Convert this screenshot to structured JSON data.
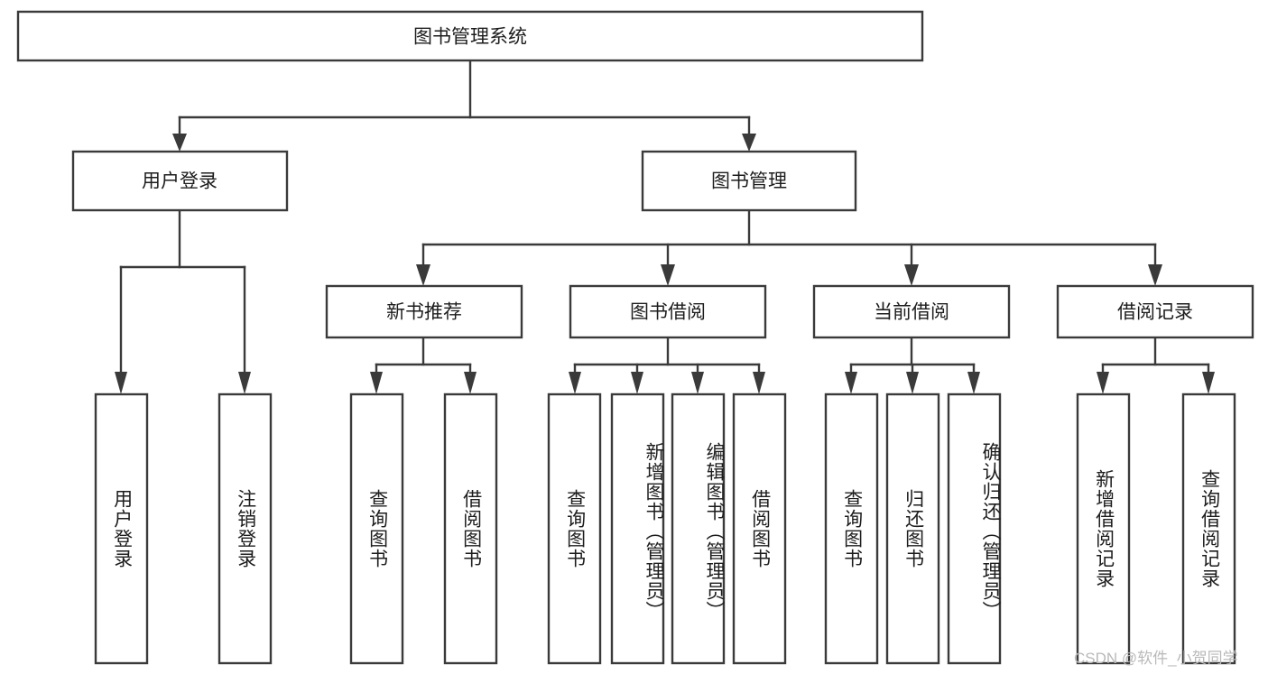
{
  "diagram": {
    "type": "tree",
    "title": "图书管理系统",
    "root": {
      "label": "图书管理系统"
    },
    "level2": [
      {
        "label": "用户登录"
      },
      {
        "label": "图书管理"
      }
    ],
    "level3": [
      {
        "label": "新书推荐"
      },
      {
        "label": "图书借阅"
      },
      {
        "label": "当前借阅"
      },
      {
        "label": "借阅记录"
      }
    ],
    "leaves": {
      "user_login": [
        {
          "label": "用户登录"
        },
        {
          "label": "注销登录"
        }
      ],
      "new_book_recommend": [
        {
          "label": "查询图书"
        },
        {
          "label": "借阅图书"
        }
      ],
      "book_borrow": [
        {
          "label": "查询图书"
        },
        {
          "label": "新增图书（管理员）"
        },
        {
          "label": "编辑图书（管理员）"
        },
        {
          "label": "借阅图书"
        }
      ],
      "current_borrow": [
        {
          "label": "查询图书"
        },
        {
          "label": "归还图书"
        },
        {
          "label": "确认归还（管理员）"
        }
      ],
      "borrow_record": [
        {
          "label": "新增借阅记录"
        },
        {
          "label": "查询借阅记录"
        }
      ]
    }
  },
  "colors": {
    "stroke": "#3a3a3a",
    "box_fill": "#ffffff",
    "text": "#1d1d1d",
    "watermark": "#b9b9b9",
    "background": "#ffffff"
  },
  "watermark": {
    "text": "CSDN @软件_小贺同学"
  }
}
